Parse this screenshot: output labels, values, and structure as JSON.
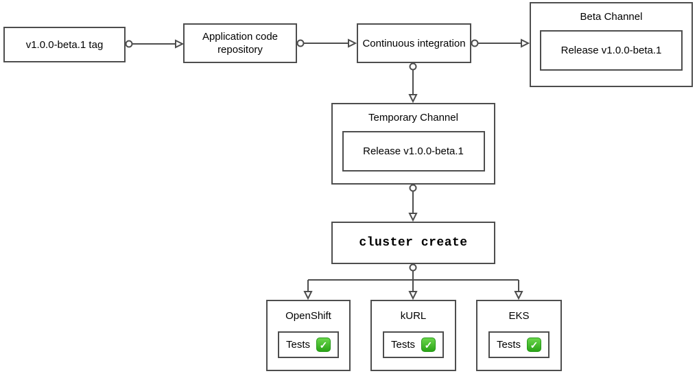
{
  "diagram": {
    "nodes": {
      "tag": {
        "label": "v1.0.0-beta.1 tag"
      },
      "repo": {
        "label": "Application code repository"
      },
      "ci": {
        "label": "Continuous integration"
      },
      "beta_channel": {
        "title": "Beta Channel",
        "release_label": "Release v1.0.0-beta.1"
      },
      "temporary_channel": {
        "title": "Temporary Channel",
        "release_label": "Release v1.0.0-beta.1"
      },
      "cluster_create": {
        "label": "cluster create"
      },
      "openshift": {
        "title": "OpenShift",
        "tests_label": "Tests"
      },
      "kurl": {
        "title": "kURL",
        "tests_label": "Tests"
      },
      "eks": {
        "title": "EKS",
        "tests_label": "Tests"
      }
    },
    "icons": {
      "check": "✓"
    },
    "colors": {
      "background": "#ffffff",
      "node_border": "#4d4d4d",
      "connector": "#4d4d4d",
      "text": "#000000",
      "check_green_top": "#6ad64b",
      "check_green_bottom": "#2aa416",
      "check_mark": "#ffffff"
    }
  }
}
